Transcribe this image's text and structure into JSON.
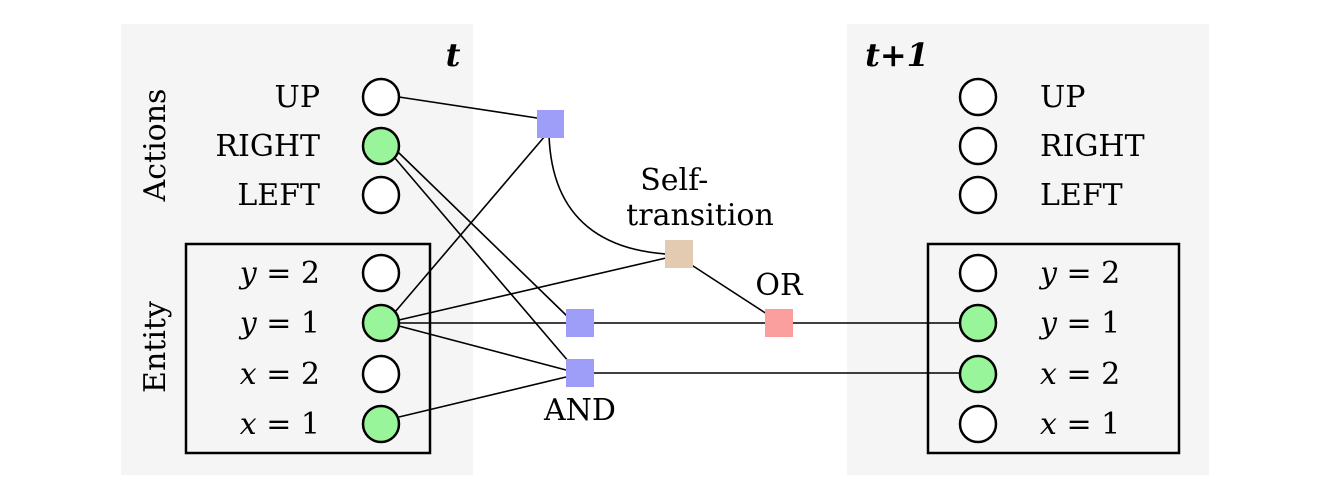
{
  "left_panel": {
    "time_label": "t",
    "actions_label": "Actions",
    "entity_label": "Entity",
    "actions": [
      {
        "label": "UP",
        "active": false
      },
      {
        "label": "RIGHT",
        "active": true
      },
      {
        "label": "LEFT",
        "active": false
      }
    ],
    "entity": [
      {
        "var": "y",
        "eq": " = 2",
        "active": false
      },
      {
        "var": "y",
        "eq": " = 1",
        "active": true
      },
      {
        "var": "x",
        "eq": " = 2",
        "active": false
      },
      {
        "var": "x",
        "eq": " = 1",
        "active": true
      }
    ]
  },
  "right_panel": {
    "time_label": "t+1",
    "actions": [
      {
        "label": "UP",
        "active": false
      },
      {
        "label": "RIGHT",
        "active": false
      },
      {
        "label": "LEFT",
        "active": false
      }
    ],
    "entity": [
      {
        "var": "y",
        "eq": " = 2",
        "active": false
      },
      {
        "var": "y",
        "eq": " = 1",
        "active": true
      },
      {
        "var": "x",
        "eq": " = 2",
        "active": true
      },
      {
        "var": "x",
        "eq": " = 1",
        "active": false
      }
    ]
  },
  "gates": {
    "self_transition_label_line1": "Self-",
    "self_transition_label_line2": "transition",
    "or_label": "OR",
    "and_label": "AND"
  },
  "colors": {
    "panel_bg": "#f5f5f5",
    "active_node": "#99f599",
    "and_gate": "#9e9ef8",
    "self_transition_gate": "#e3cbb1",
    "or_gate": "#fa9e9e",
    "line": "#000000"
  }
}
